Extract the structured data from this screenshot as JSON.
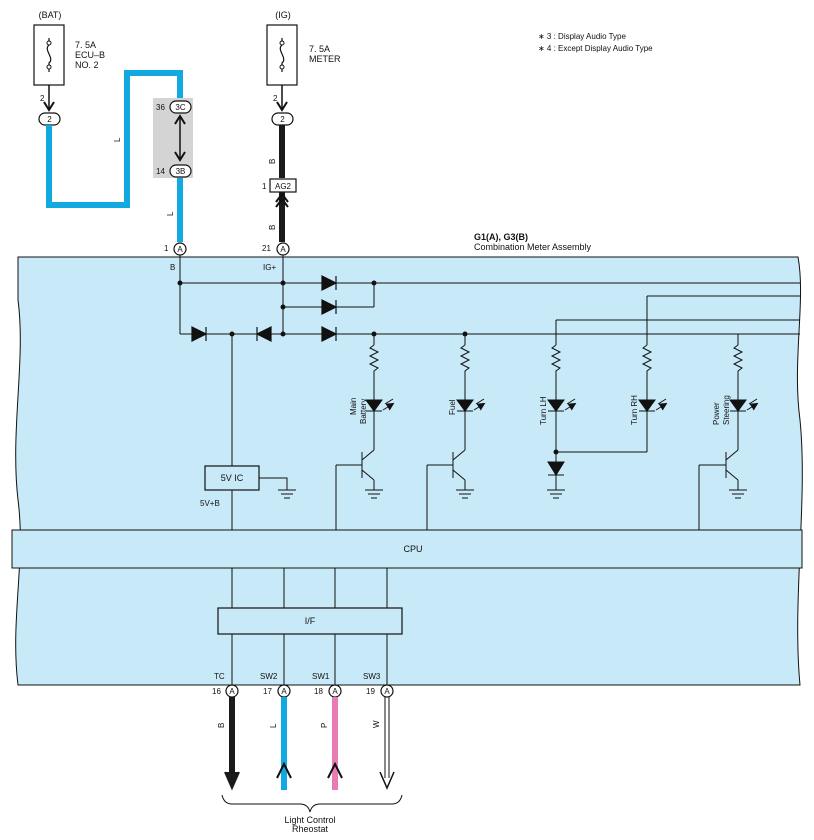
{
  "notes": {
    "line1": "∗ 3 : Display Audio Type",
    "line2": "∗ 4 : Except Display Audio Type"
  },
  "fuses": {
    "bat": {
      "supply": "(BAT)",
      "rating": "7. 5A",
      "name1": "ECU–B",
      "name2": "NO. 2",
      "pin_out": "2",
      "conn": "2"
    },
    "ig": {
      "supply": "(IG)",
      "rating": "7. 5A",
      "name1": "METER",
      "pin_out": "2",
      "conn": "2"
    }
  },
  "junction": {
    "top_pin": "36",
    "top_conn": "3C",
    "bottom_pin": "14",
    "bottom_conn": "3B"
  },
  "ag2": {
    "pin": "1",
    "label": "AG2"
  },
  "wire_codes": {
    "bat_upper": "L",
    "bat_lower": "L",
    "ig_upper": "B",
    "ig_lower": "B"
  },
  "assembly": {
    "title": "G1(A), G3(B)",
    "name": "Combination Meter Assembly",
    "top_pins": [
      {
        "num": "1",
        "conn": "A",
        "label": "B"
      },
      {
        "num": "21",
        "conn": "A",
        "label": "IG+"
      }
    ],
    "ic_label": "5V IC",
    "ic_out": "5V+B",
    "cpu": "CPU",
    "interface": "I/F",
    "indicators": [
      {
        "line1": "Main",
        "line2": "Battery"
      },
      {
        "line1": "Fuel",
        "line2": ""
      },
      {
        "line1": "Turn LH",
        "line2": ""
      },
      {
        "line1": "Turn RH",
        "line2": ""
      },
      {
        "line1": "Power",
        "line2": "Steering"
      }
    ]
  },
  "bottom_pins": [
    {
      "label": "TC",
      "num": "16",
      "conn": "A",
      "wire": "B",
      "color": "#1a1a1a"
    },
    {
      "label": "SW2",
      "num": "17",
      "conn": "A",
      "wire": "L",
      "color": "#12a8e0"
    },
    {
      "label": "SW1",
      "num": "18",
      "conn": "A",
      "wire": "P",
      "color": "#e87db5"
    },
    {
      "label": "SW3",
      "num": "19",
      "conn": "A",
      "wire": "W",
      "color": "#ffffff"
    }
  ],
  "destination": {
    "line1": "Light Control",
    "line2": "Rheostat"
  },
  "colors": {
    "assembly_fill": "#c8e9f7",
    "wire_blue": "#12a8e0",
    "wire_black": "#1a1a1a",
    "wire_pink": "#e87db5",
    "junction_gray": "#d4d4d4"
  }
}
